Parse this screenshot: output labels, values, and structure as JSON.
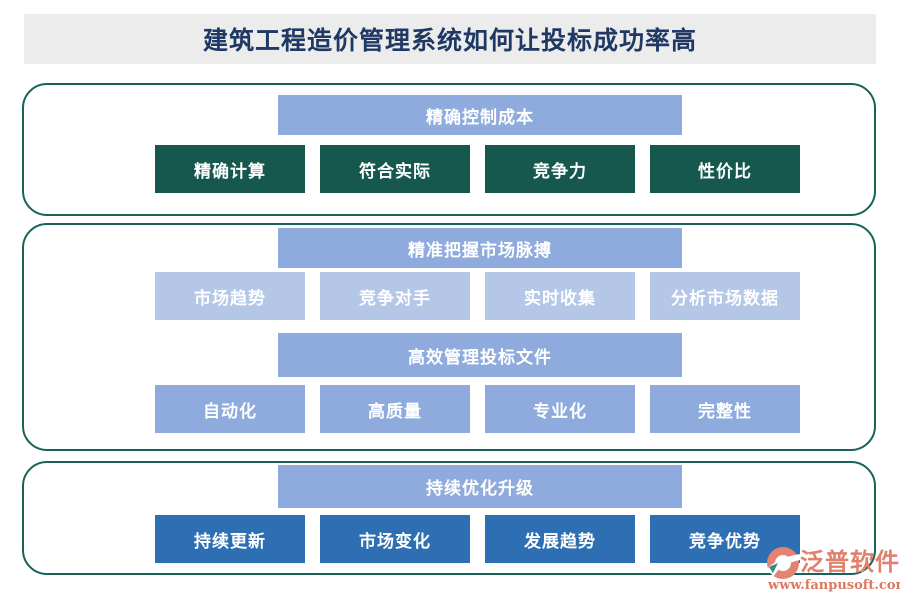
{
  "title": "建筑工程造价管理系统如何让投标成功率高",
  "sections": [
    {
      "groups": [
        {
          "header": "精确控制成本",
          "items": [
            "精确计算",
            "符合实际",
            "竞争力",
            "性价比"
          ]
        }
      ]
    },
    {
      "groups": [
        {
          "header": "精准把握市场脉搏",
          "items": [
            "市场趋势",
            "竞争对手",
            "实时收集",
            "分析市场数据"
          ]
        },
        {
          "header": "高效管理投标文件",
          "items": [
            "自动化",
            "高质量",
            "专业化",
            "完整性"
          ]
        }
      ]
    },
    {
      "groups": [
        {
          "header": "持续优化升级",
          "items": [
            "持续更新",
            "市场变化",
            "发展趋势",
            "竞争优势"
          ]
        }
      ]
    }
  ],
  "watermark": {
    "brand": "泛普软件",
    "url": "www.fanpusoft.com"
  },
  "colors": {
    "title_text": "#1F3864",
    "title_background": "#ECECEC",
    "section_border": "#176358",
    "header_box": "#8FAADC",
    "light_blue_box": "#B4C7E7",
    "dark_green_box": "#17584E",
    "medium_blue_box": "#2E6FB3",
    "watermark_salmon": "#E0806E"
  }
}
